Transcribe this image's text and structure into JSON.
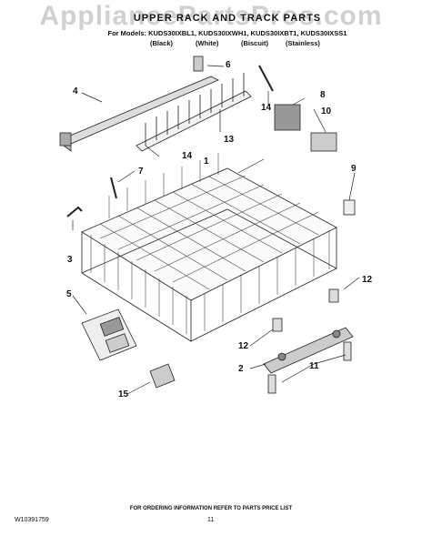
{
  "watermark": "AppliancePartsPros.com",
  "header": {
    "title": "UPPER RACK AND TRACK PARTS",
    "models": "For Models: KUDS30IXBL1, KUDS30IXWH1, KUDS30IXBT1, KUDS30IXSS1",
    "colors": [
      "(Black)",
      "(White)",
      "(Biscuit)",
      "(Stainless)"
    ]
  },
  "callouts": [
    "1",
    "2",
    "3",
    "4",
    "5",
    "6",
    "7",
    "8",
    "9",
    "10",
    "11",
    "12",
    "12",
    "13",
    "14",
    "14",
    "15"
  ],
  "footer": {
    "note": "FOR ORDERING INFORMATION REFER TO PARTS PRICE LIST",
    "doc_number": "W10391759",
    "page_number": "11"
  }
}
